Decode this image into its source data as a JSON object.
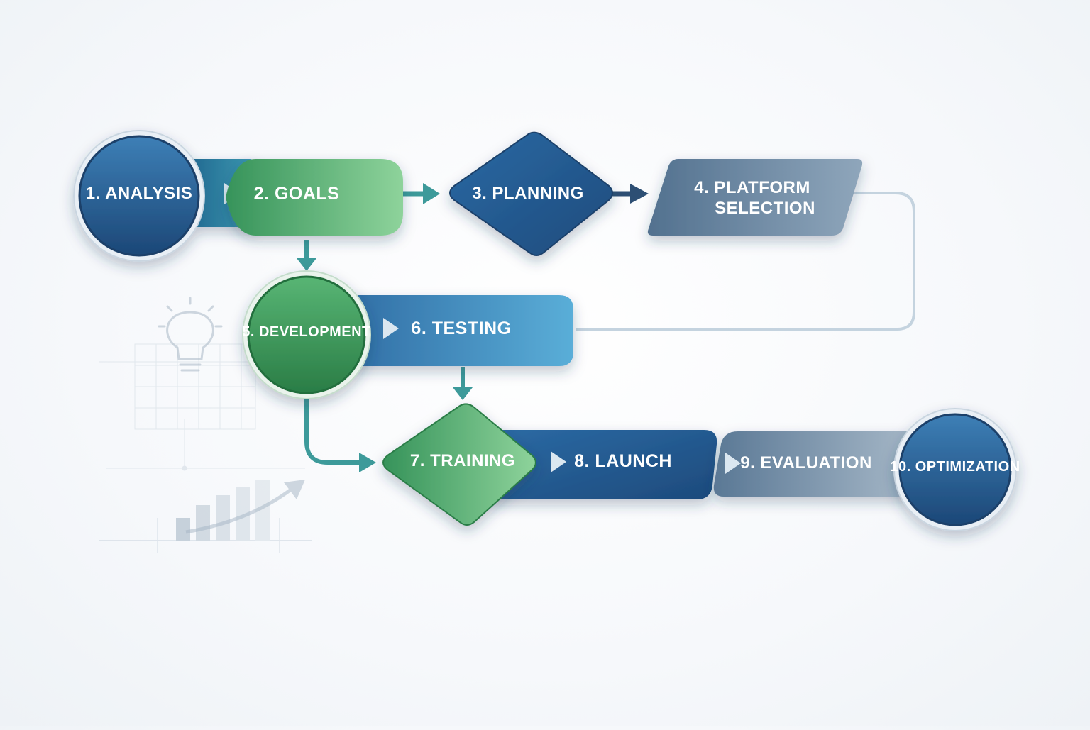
{
  "steps": [
    {
      "number": "1.",
      "label": "ANALYSIS",
      "shape": "circle",
      "color": "blue"
    },
    {
      "number": "2.",
      "label": "GOALS",
      "shape": "rounded-rect",
      "color": "green"
    },
    {
      "number": "3.",
      "label": "PLANNING",
      "shape": "diamond",
      "color": "blue"
    },
    {
      "number": "4.",
      "label": "PLATFORM",
      "label2": "SELECTION",
      "shape": "parallelogram",
      "color": "slate"
    },
    {
      "number": "5.",
      "label": "DEVELOPMENT",
      "shape": "circle",
      "color": "green"
    },
    {
      "number": "6.",
      "label": "TESTING",
      "shape": "rounded-rect",
      "color": "blue"
    },
    {
      "number": "7.",
      "label": "TRAINING",
      "shape": "diamond",
      "color": "green"
    },
    {
      "number": "8.",
      "label": "LAUNCH",
      "shape": "rounded-rect",
      "color": "blue"
    },
    {
      "number": "9.",
      "label": "EVALUATION",
      "shape": "rounded-rect",
      "color": "slate"
    },
    {
      "number": "10.",
      "label": "OPTIMIZATION",
      "shape": "circle",
      "color": "blue"
    }
  ],
  "colors": {
    "blue_dark": "#1f4f86",
    "blue_light": "#3b82b8",
    "green_dark": "#2f8a4e",
    "green_light": "#7cc98a",
    "slate_dark": "#4d6a86",
    "slate_light": "#8fa4b8",
    "teal_arrow": "#3d9a9a",
    "navy_arrow": "#2d4f74"
  },
  "decorations": [
    "lightbulb-icon",
    "bar-chart-icon",
    "trend-arrow-icon",
    "grid-sketch"
  ]
}
